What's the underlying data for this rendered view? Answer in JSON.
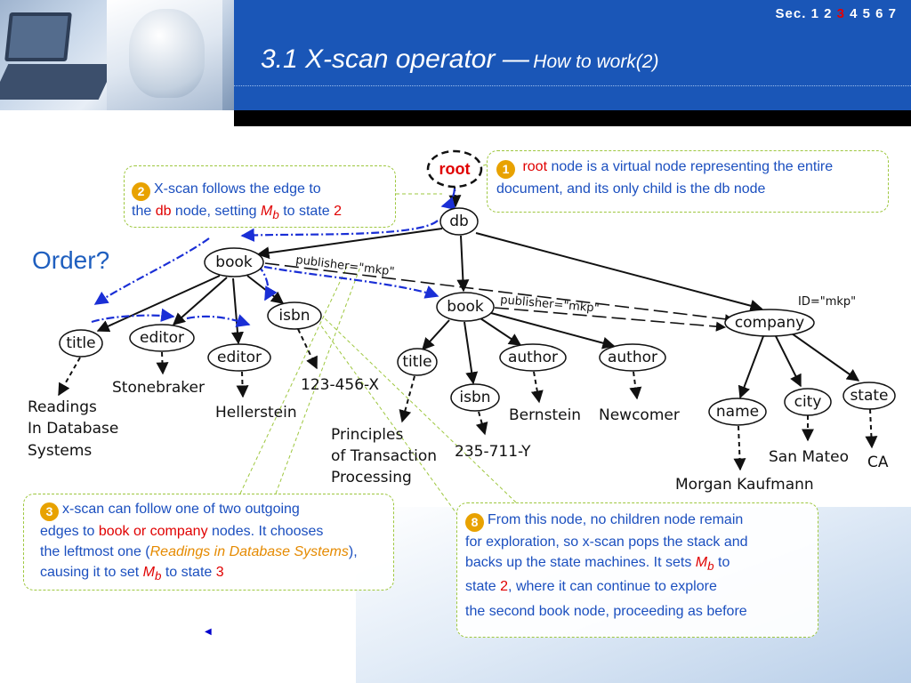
{
  "header": {
    "section_nav": {
      "prefix": "Sec.",
      "items": [
        "1",
        "2",
        "3",
        "4",
        "5",
        "6",
        "7"
      ],
      "current": "3"
    },
    "title": "3.1 X-scan operator —",
    "subtitle": "How to work(2)"
  },
  "order_text": "Order?",
  "tree": {
    "root": "root",
    "db": "db",
    "book1": "book",
    "book2": "book",
    "company": "company",
    "title1": "title",
    "editor1": "editor",
    "editor2": "editor",
    "isbn1": "isbn",
    "title2": "title",
    "isbn2": "isbn",
    "author1": "author",
    "author2": "author",
    "name": "name",
    "city": "city",
    "state": "state",
    "edge_publisher1": "publisher=\"mkp\"",
    "edge_publisher2": "publisher=\"mkp\"",
    "id_attr": "ID=\"mkp\"",
    "leaves": {
      "readings": [
        "Readings",
        "In Database",
        "Systems"
      ],
      "stonebraker": "Stonebraker",
      "hellerstein": "Hellerstein",
      "isbn1_value": "123-456-X",
      "principles": [
        "Principles",
        "of Transaction",
        "Processing"
      ],
      "isbn2_value": "235-711-Y",
      "bernstein": "Bernstein",
      "newcomer": "Newcomer",
      "morgan": "Morgan Kaufmann",
      "san_mateo": "San Mateo",
      "ca": "CA"
    }
  },
  "callouts": {
    "c1": {
      "number": "1",
      "kw_root": "root",
      "text_a": " node is a virtual node representing the entire document, and its only child is the db node"
    },
    "c2": {
      "number": "2",
      "line1": "X-scan follows the edge to",
      "the": "the ",
      "kw_db": "db",
      "node_setting": " node, setting ",
      "m": "M",
      "b": "b",
      "to_state": " to state ",
      "state": "2"
    },
    "c3": {
      "number": "3",
      "line1": "x-scan can follow one of two outgoing",
      "edges_to": "edges to ",
      "kw_book_company": "book or company",
      "nodes_chooses": " nodes. It chooses",
      "leftmost": "the leftmost one (",
      "kw_readings": "Readings in Database Systems",
      "causing": "), causing it to set ",
      "m": "M",
      "b": "b",
      "to_state": " to state ",
      "state": "3"
    },
    "c8": {
      "number": "8",
      "line1": "From this node, no children node remain",
      "line2": "for exploration, so x-scan pops the stack and",
      "line3a": "backs up the state machines. It sets ",
      "m": "M",
      "b": "b",
      "line3b": " to",
      "state_prefix": "state ",
      "state": "2",
      "line4b": ", where it can continue to explore",
      "line5": "the second book node, proceeding as before"
    }
  },
  "colors": {
    "header_blue": "#1a56b7",
    "highlight_red": "#e00000",
    "callout_text": "#1b4fbf",
    "callout_border": "#9ec73f",
    "number_badge": "#e8a200",
    "traversal_arrow": "#1a2fd6"
  }
}
